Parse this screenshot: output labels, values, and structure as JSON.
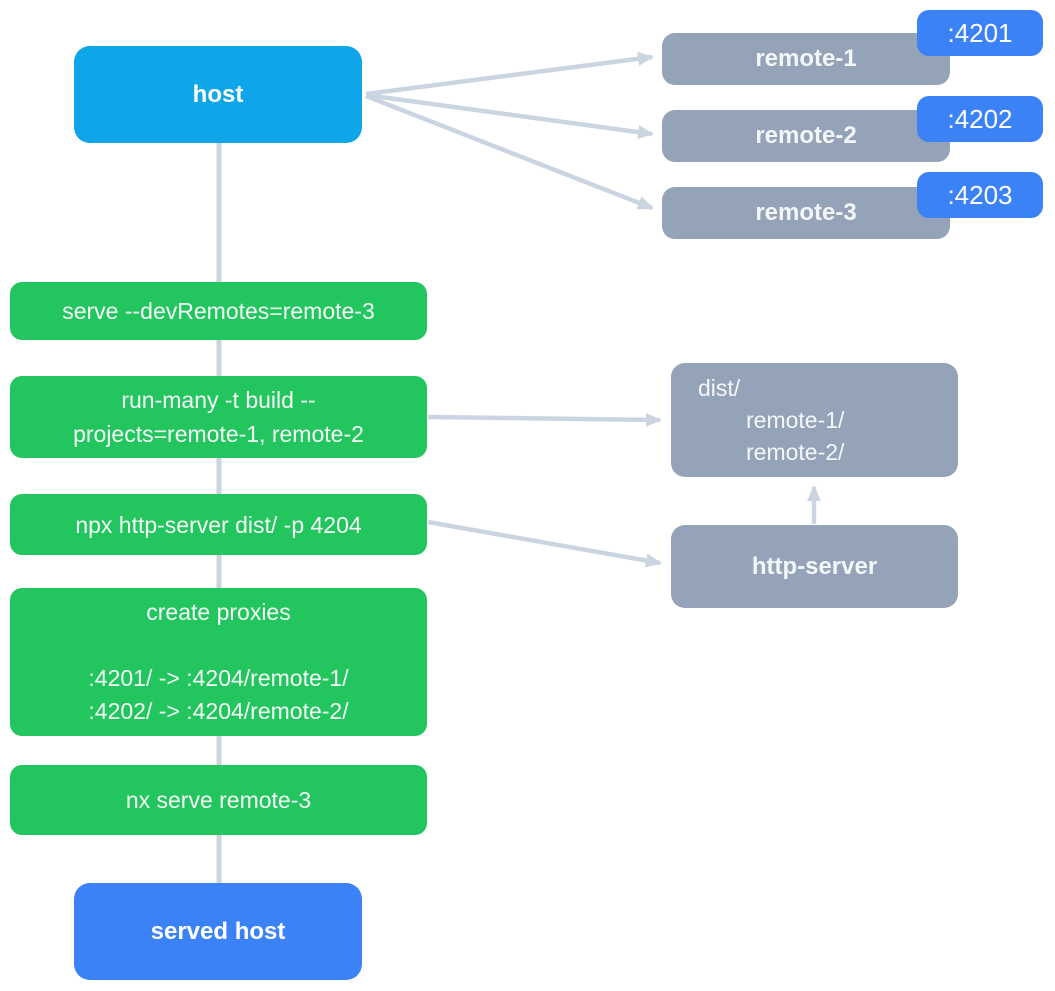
{
  "diagram": {
    "host": {
      "label": "host"
    },
    "remotes": [
      {
        "label": "remote-1",
        "port": ":4201"
      },
      {
        "label": "remote-2",
        "port": ":4202"
      },
      {
        "label": "remote-3",
        "port": ":4203"
      }
    ],
    "commands": [
      {
        "lines": [
          "serve --devRemotes=remote-3"
        ]
      },
      {
        "lines": [
          "run-many -t build --",
          "projects=remote-1, remote-2"
        ]
      },
      {
        "lines": [
          "npx http-server dist/ -p 4204"
        ]
      },
      {
        "lines": [
          "create proxies",
          "",
          ":4201/ -> :4204/remote-1/",
          ":4202/ -> :4204/remote-2/"
        ]
      },
      {
        "lines": [
          "nx serve remote-3"
        ]
      }
    ],
    "dist": {
      "lines": [
        "dist/",
        "remote-1/",
        "remote-2/"
      ]
    },
    "http_server": {
      "label": "http-server"
    },
    "served_host": {
      "label": "served host"
    }
  },
  "colors": {
    "host": "#0ea5e9",
    "command": "#22c55e",
    "remote": "#94a3b8",
    "port": "#3b82f6",
    "served_host": "#3b82f6",
    "arrow": "#cbd5e1"
  }
}
